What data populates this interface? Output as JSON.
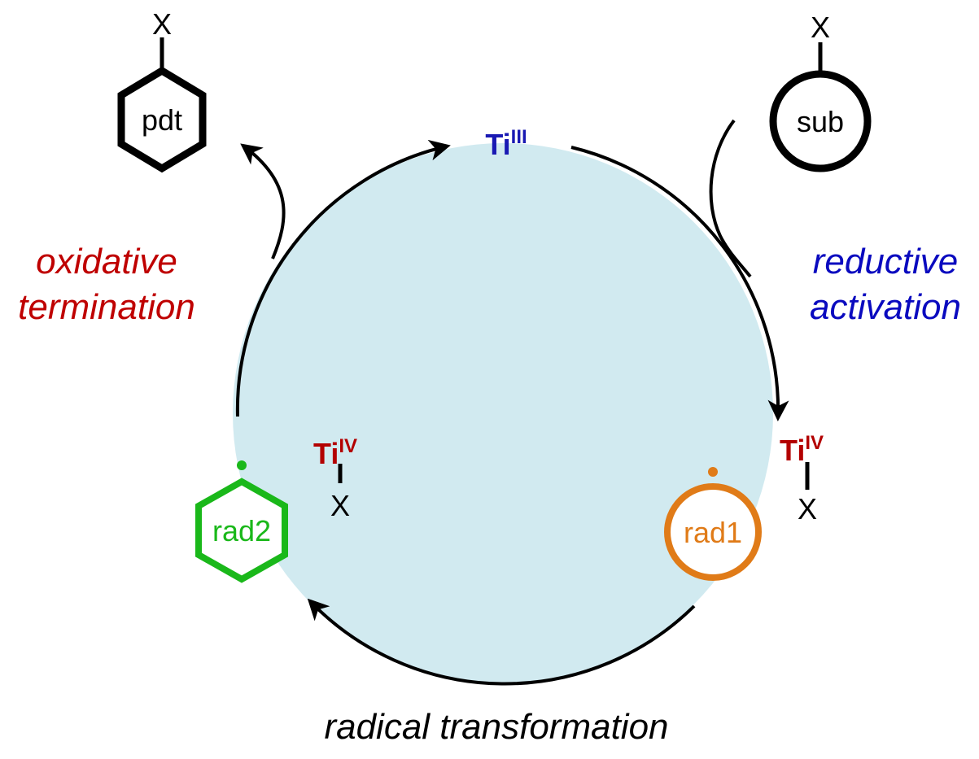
{
  "catalyst": {
    "ti_iii": {
      "symbol": "Ti",
      "oxidation": "III"
    },
    "ti_iv_left": {
      "symbol": "Ti",
      "oxidation": "IV",
      "ligand": "X"
    },
    "ti_iv_right": {
      "symbol": "Ti",
      "oxidation": "IV",
      "ligand": "X"
    }
  },
  "species": {
    "substrate": {
      "label": "sub",
      "group": "X"
    },
    "product": {
      "label": "pdt",
      "group": "X"
    },
    "radical1": {
      "label": "rad1"
    },
    "radical2": {
      "label": "rad2"
    }
  },
  "steps": {
    "reductive": {
      "line1": "reductive",
      "line2": "activation"
    },
    "oxidative": {
      "line1": "oxidative",
      "line2": "termination"
    },
    "radical": {
      "text": "radical transformation"
    }
  },
  "colors": {
    "cycle_fill": "#d1eaf0",
    "ti_iii": "#1919b3",
    "ti_iv": "#b30000",
    "reductive": "#0a0abf",
    "oxidative": "#bf0000",
    "rad1": "#e07b18",
    "rad2": "#1ab81a",
    "ink": "#000000"
  }
}
